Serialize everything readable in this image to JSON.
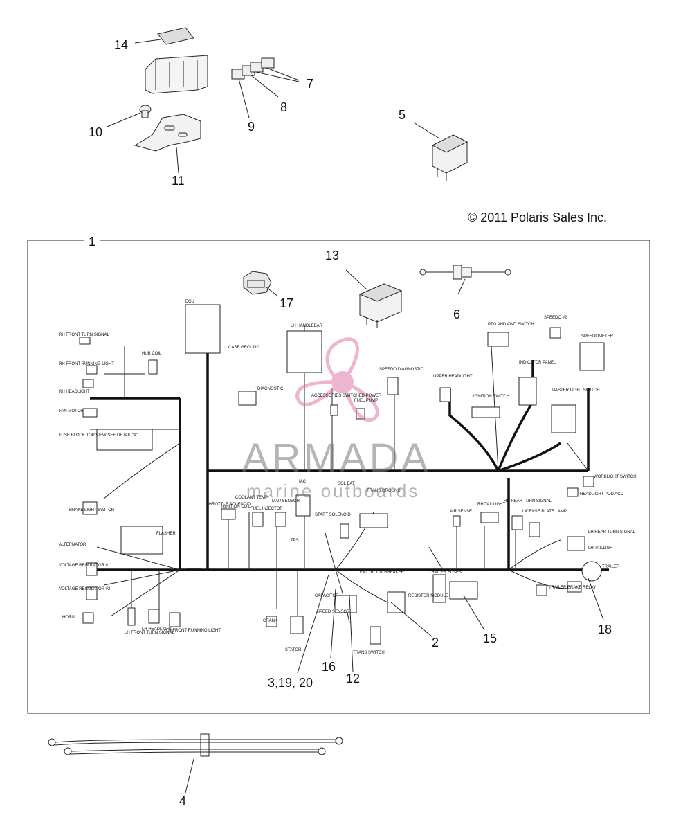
{
  "copyright": "© 2011 Polaris Sales Inc.",
  "watermark": {
    "title": "ARMADA",
    "subtitle": "marine outboards",
    "color": "#e07aa8"
  },
  "callouts": [
    "14",
    "7",
    "8",
    "9",
    "10",
    "11",
    "5",
    "1",
    "13",
    "17",
    "6",
    "2",
    "15",
    "18",
    "3,19, 20",
    "16",
    "12",
    "4"
  ],
  "harness_labels": {
    "ecu": "ECU",
    "rh_front_turn_signal": "RH FRONT TURN SIGNAL",
    "rh_front_running_light": "RH FRONT RUNNING LIGHT",
    "rh_headlight": "RH HEADLIGHT",
    "hub_coil": "HUB COIL",
    "fan_motor": "FAN MOTOR",
    "fuse_block": "FUSE BLOCK TOP VIEW SEE DETAIL \"A\"",
    "case_ground": "CASE GROUND",
    "diagnostic": "DIAGNOSTIC",
    "lh_handlebar": "LH HANDLEBAR",
    "speedo_diagnostic": "SPEEDO DIAGNOSTIC",
    "accessories": "ACCESSORIES SWITCHED POWER",
    "fuel_pump": "FUEL PUMP",
    "upper_headlight": "UPPER HEADLIGHT",
    "ignition_switch": "IGNITION SWITCH",
    "pto_awd_switch": "PTO AND AWD SWITCH",
    "indicator_panel": "INDICATOR PANEL",
    "speedo2": "SPEEDO #2",
    "speedometer": "SPEEDOMETER",
    "master_light_switch": "MASTER LIGHT SWITCH",
    "worklight_switch": "WORKLIGHT SWITCH",
    "headlight_pod_acc": "HEADLIGHT POD ACC",
    "brake_light_switch": "BRAKE LIGHT SWITCH",
    "coolant_temp": "COOLANT TEMP",
    "throttle_solenoid": "THROTTLE SOLENOID",
    "ignition_coil": "IGNITION COIL",
    "fuel_injector": "FUEL INJECTOR",
    "map_sensor": "MAP SENSOR",
    "tps": "TPS",
    "iac": "IAC",
    "sol_bat": "SOL BAT",
    "trans_ground": "TRANS GROUND",
    "start_solenoid": "START SOLENOID",
    "rh_taillight": "RH TAILLIGHT",
    "rh_rear_turn_signal": "RH REAR TURN SIGNAL",
    "license_plate_lamp": "LICENSE PLATE LAMP",
    "air_sense": "AIR SENSE",
    "lh_rear_turn_signal": "LH REAR TURN SIGNAL",
    "lh_taillight": "LH TAILLIGHT",
    "trailer": "TRAILER",
    "trailer_brake_relay": "TRAILER BRAKE RELAY",
    "alternator": "ALTERNATOR",
    "flasher": "FLASHER",
    "voltage_regulator_1": "VOLTAGE REGULATOR #1",
    "voltage_regulator_2": "VOLTAGE REGULATOR #2",
    "horn": "HORN",
    "lh_front_turn_signal": "LH FRONT TURN SIGNAL",
    "lh_headlight": "LH HEADLIGHT",
    "lh_front_running_light": "LH FRONT RUNNING LIGHT",
    "crank": "CRANK",
    "stator": "STATOR",
    "capacitor": "CAPACITOR",
    "speed_sensor": "SPEED SENSOR",
    "ea_circuit_breaker": "EA CIRCUIT BREAKER",
    "trailer_fuses": "TRAILER FUSES",
    "resistor_module": "RESISTOR MODULE",
    "trans_switch": "TRANS SWITCH"
  }
}
